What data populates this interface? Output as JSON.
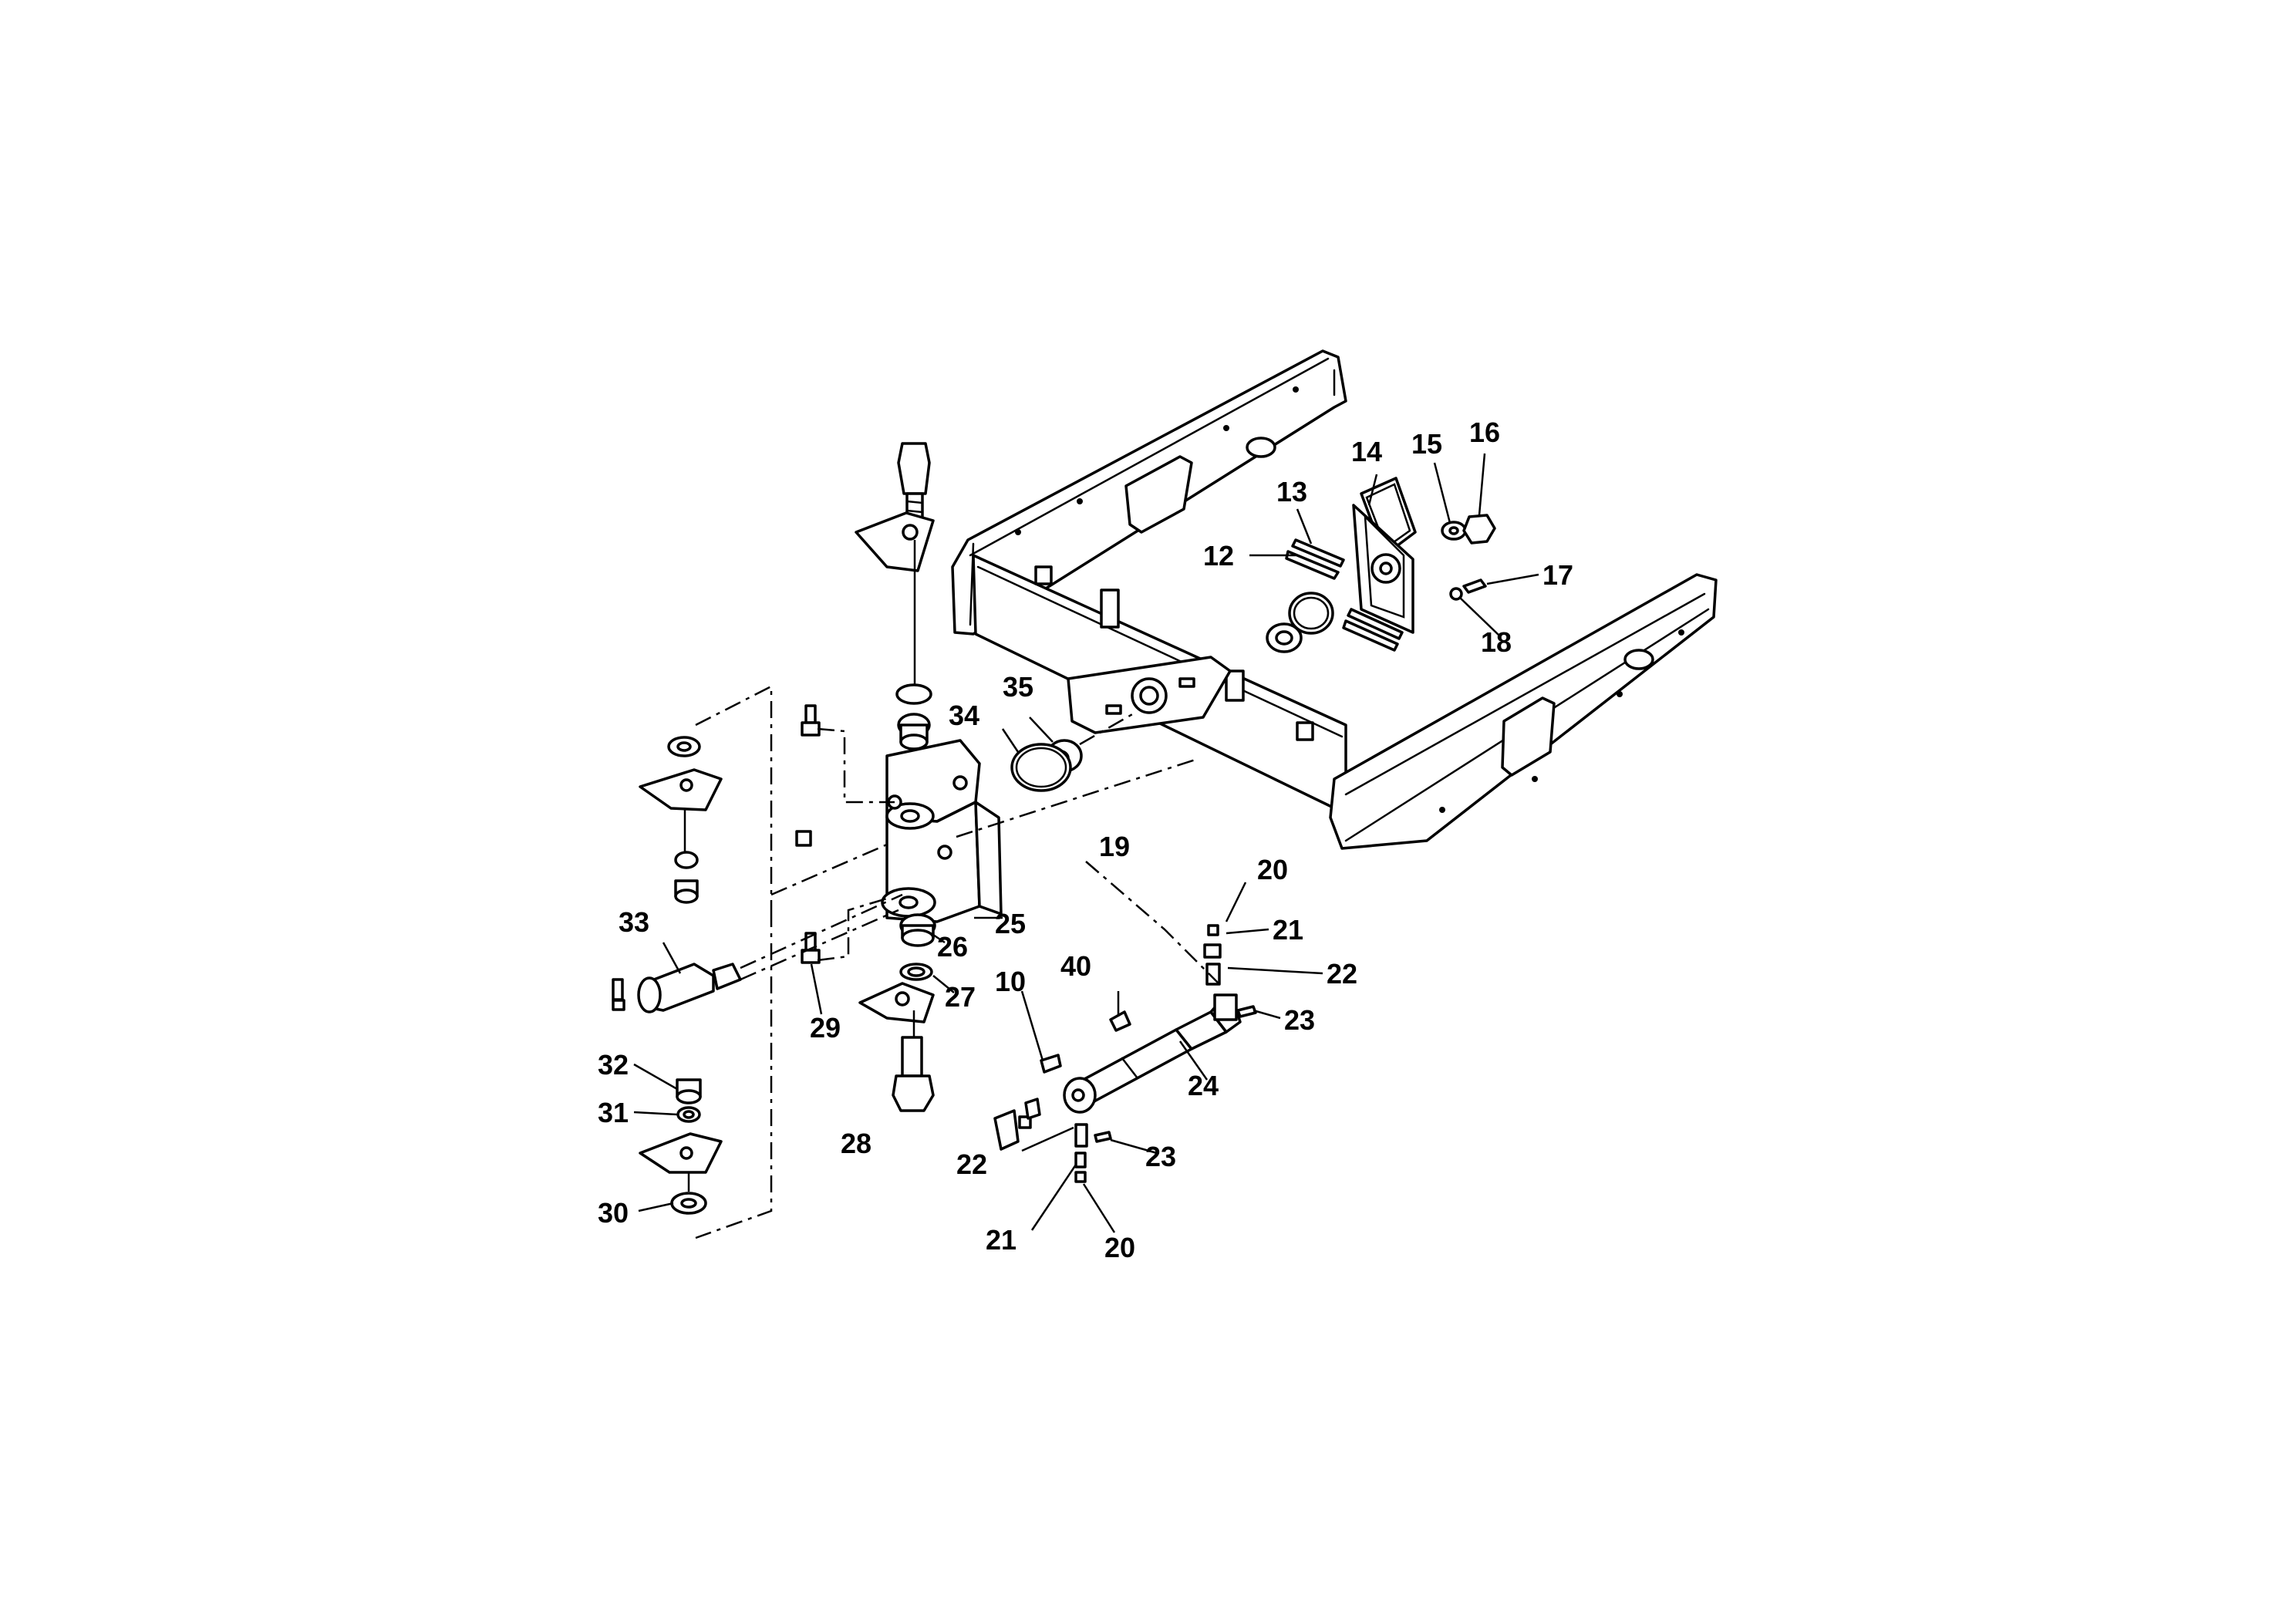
{
  "diagram": {
    "description_colors": {
      "line": "#000000",
      "background": "#ffffff"
    },
    "callouts": [
      "10",
      "12",
      "13",
      "14",
      "15",
      "16",
      "17",
      "18",
      "19",
      "20",
      "20",
      "21",
      "21",
      "22",
      "22",
      "23",
      "23",
      "24",
      "25",
      "26",
      "27",
      "28",
      "29",
      "30",
      "31",
      "32",
      "33",
      "34",
      "35",
      "40"
    ]
  }
}
